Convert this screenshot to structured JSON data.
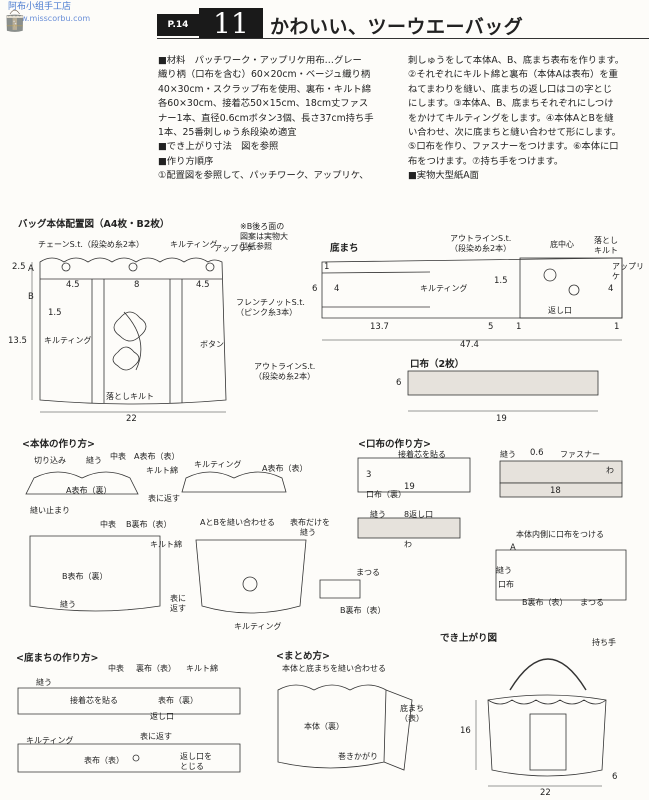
{
  "watermark": {
    "site": "阿布小组手工店",
    "url": "www.misscorbu.com"
  },
  "header": {
    "page_label": "P.14",
    "number": "11",
    "title": "かわいい、ツーウエーバッグ"
  },
  "intro_col1": [
    "■材料　パッチワーク・アップリケ用布…グレー",
    "織り柄（口布を含む）60×20cm・ベージュ織り柄",
    "40×30cm・スクラップ布を使用、裏布・キルト綿",
    "各60×30cm、接着芯50×15cm、18cm丈ファス",
    "ナー1本、直径0.6cmボタン3個、長さ37cm持ち手",
    "1本、25番刺しゅう糸段染め適宜",
    "■でき上がり寸法　図を参照",
    "■作り方順序",
    "①配置図を参照して、パッチワーク、アップリケ、"
  ],
  "intro_col2": [
    "刺しゅうをして本体A、B、底まち表布を作ります。",
    "②それぞれにキルト綿と裏布（本体Aは表布）を重",
    "ねてまわりを縫い、底まちの返し口はコの字とじ",
    "にします。③本体A、B、底まちそれぞれにしつけ",
    "をかけてキルティングをします。④本体AとBを縫",
    "い合わせ、次に底まちと縫い合わせて形にします。",
    "⑤口布を作り、ファスナーをつけます。⑥本体に口",
    "布をつけます。⑦持ち手をつけます。",
    "■実物大型紙A面"
  ],
  "body_layout": {
    "title": "バッグ本体配置図（A4枚・B2枚）",
    "note": [
      "※B後ろ面の",
      "図案は実物大",
      "型紙参照"
    ],
    "labels": {
      "chain": "チェーンS.t.（段染め糸2本）",
      "quilting_top": "キルティング",
      "applique": "アップリケ",
      "french": "フレンチノットS.t.",
      "french2": "（ピンク糸3本）",
      "button": "ボタン",
      "outline": "アウトラインS.t.",
      "outline2": "（段染め糸2本）",
      "drop_quilt": "落としキルト",
      "quilting_left": "キルティング",
      "A": "A",
      "B": "B"
    },
    "dims": {
      "d25": "2.5",
      "d135": "13.5",
      "d45a": "4.5",
      "d8": "8",
      "d45b": "4.5",
      "d15": "1.5",
      "d22": "22"
    }
  },
  "gusset": {
    "title": "底まち",
    "labels": {
      "outline": "アウトラインS.t.",
      "outline2": "（段染め糸2本）",
      "center": "底中心",
      "drop": "落とし",
      "drop2": "キルト",
      "applique": "アップリケ",
      "quilting": "キルティング",
      "opening": "返し口"
    },
    "dims": {
      "d1a": "1",
      "d6": "6",
      "d4a": "4",
      "d4b": "4",
      "d15": "1.5",
      "d137": "13.7",
      "d5": "5",
      "d1b": "1",
      "d474": "47.4",
      "d1c": "1"
    }
  },
  "mouth": {
    "title": "口布（2枚）",
    "d6": "6",
    "d19": "19"
  },
  "howto_body": {
    "title": "<本体の作り方>",
    "labels": {
      "notch": "切り込み",
      "sew": "縫う",
      "outer": "中表",
      "a_front": "A表布（表）",
      "quilt_wadding": "キルト綿",
      "a_back": "A表布（裏）",
      "turn": "表に返す",
      "quilting": "キルティング",
      "a_front2": "A表布（表）",
      "stop": "縫い止まり",
      "outer2": "中表",
      "b_lining": "B裏布（表）",
      "quilt_wadding2": "キルト綿",
      "b_front_back": "B表布（裏）",
      "sew2": "縫う",
      "sew_ab": "AとBを縫い合わせる",
      "sew_front": "表布だけを",
      "sew_front2": "縫う",
      "turn2": "表に",
      "turn3": "返す",
      "quilting2": "キルティング",
      "blind": "まつる",
      "b_back": "B裏布（表）"
    }
  },
  "howto_mouth": {
    "title": "<口布の作り方>",
    "labels": {
      "interfacing": "接着芯を貼る",
      "d3": "3",
      "d19": "19",
      "mouth_back": "口布（裏）",
      "fold": "8返し口",
      "wa": "わ",
      "sew": "縫う",
      "d06": "0.6",
      "zipper": "ファスナー",
      "wa2": "わ",
      "d18": "18",
      "attach": "本体内側に口布をつける",
      "A": "A",
      "sew2": "縫う",
      "mouth": "口布",
      "b_lining": "B裏布（表）",
      "blind": "まつる"
    }
  },
  "howto_gusset": {
    "title": "<底まちの作り方>",
    "labels": {
      "outer": "中表",
      "lining": "裏布（表）",
      "wadding": "キルト綿",
      "sew": "縫う",
      "interfacing": "接着芯を貼る",
      "front_back": "表布（裏）",
      "opening": "返し口",
      "turn": "表に返す",
      "quilting": "キルティング",
      "front": "表布（表）",
      "close": "返し口を",
      "close2": "とじる"
    }
  },
  "howto_finish": {
    "title": "<まとめ方>",
    "desc": "本体と底まちを縫い合わせる",
    "labels": {
      "body_back": "本体（裏）",
      "gusset": "底まち",
      "gusset2": "（表）",
      "wrap": "巻きかがり"
    }
  },
  "finished": {
    "title": "でき上がり図",
    "handle": "持ち手",
    "d16": "16",
    "d22": "22",
    "d6": "6"
  }
}
